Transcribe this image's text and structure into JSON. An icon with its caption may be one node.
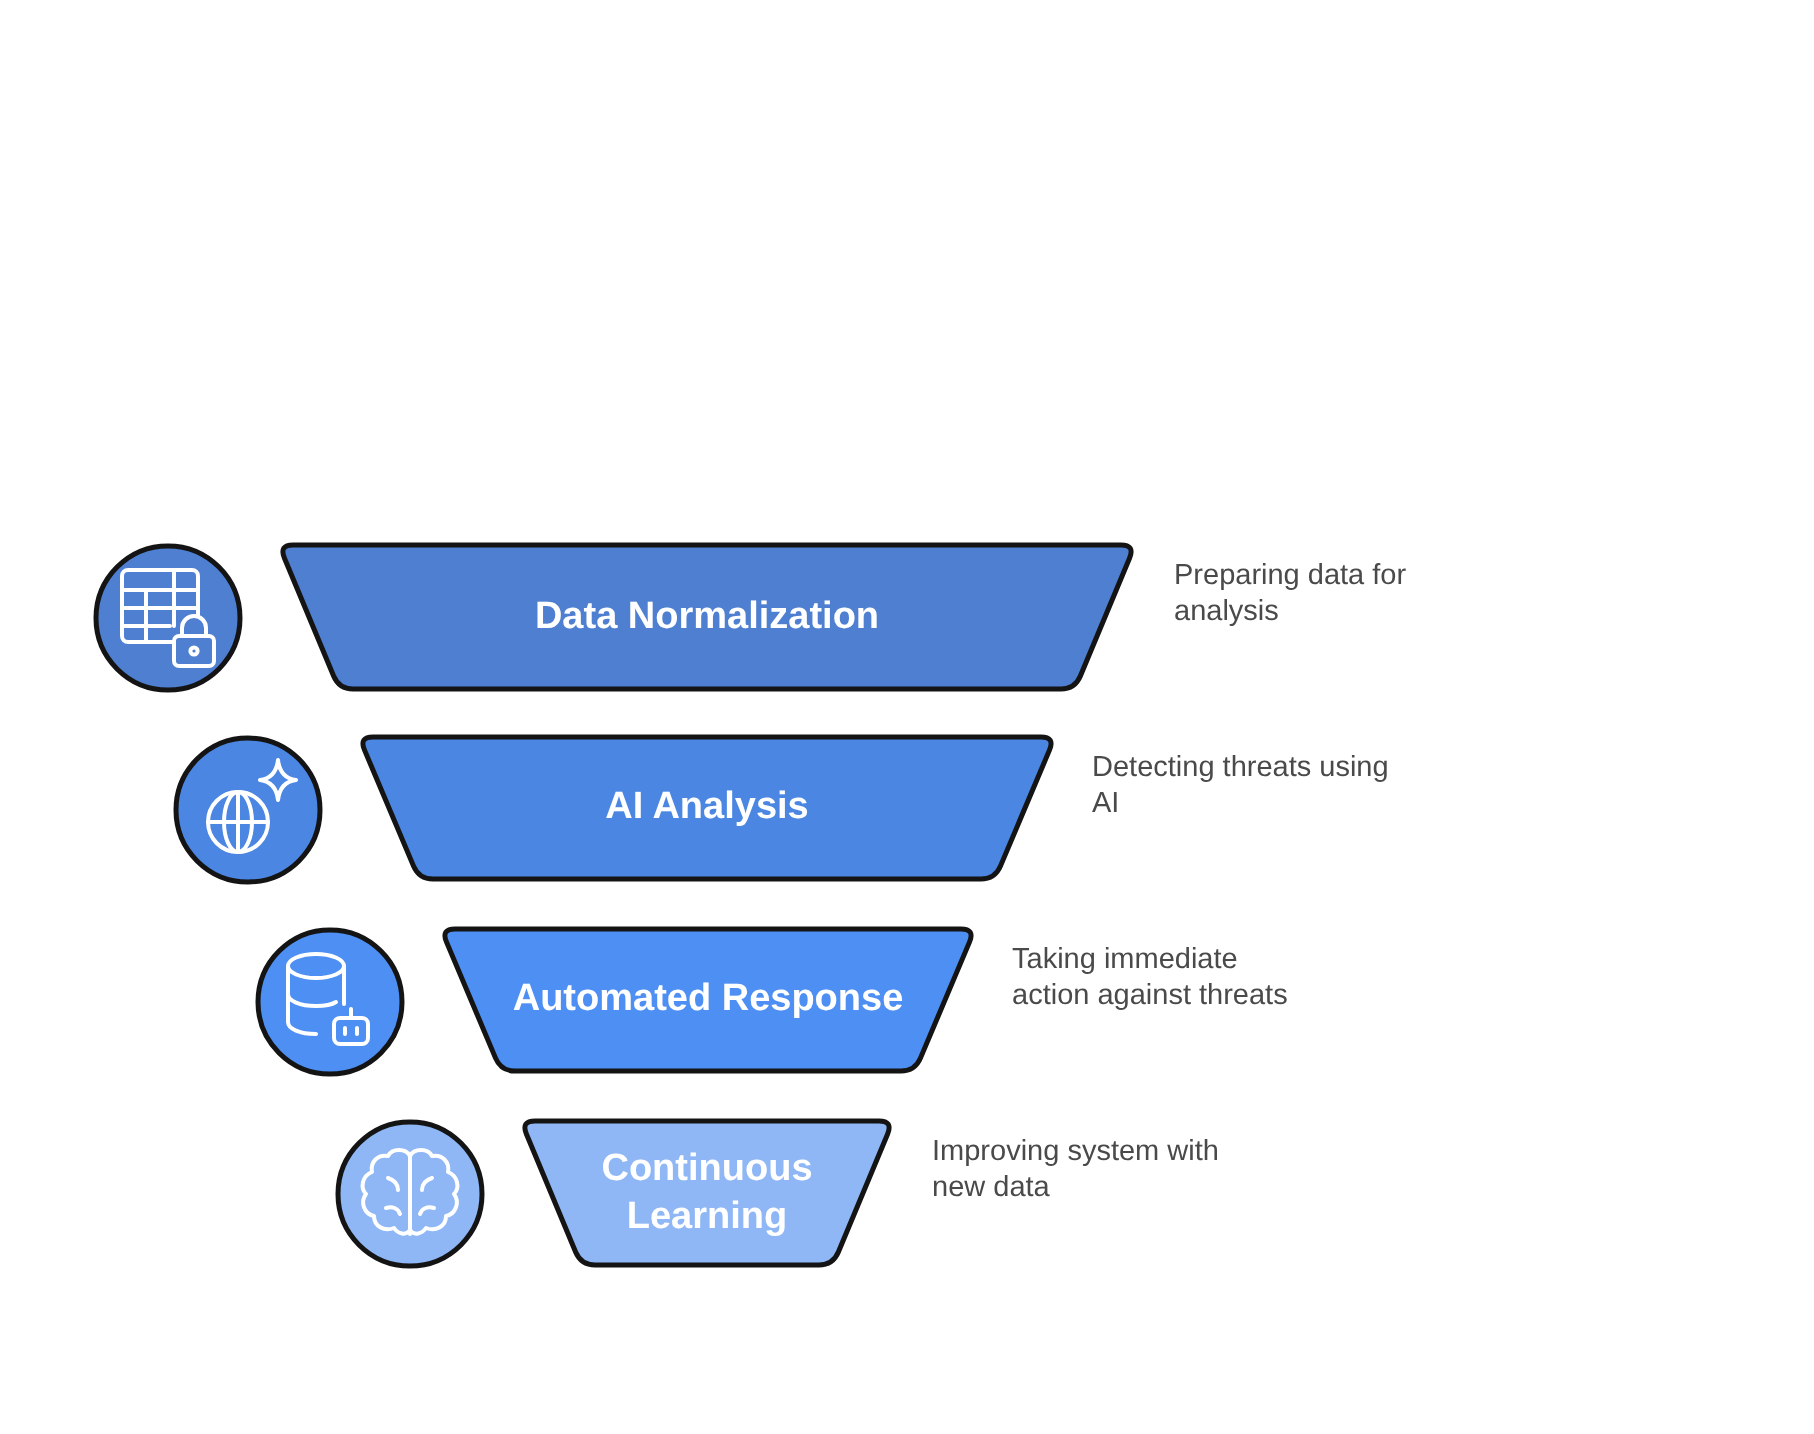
{
  "diagram": {
    "nodes": [
      {
        "text": [
          "Data Normalization"
        ],
        "beside": [
          "Preparing data for analysis"
        ]
      },
      {
        "text": [
          "AI Analysis"
        ],
        "beside": [
          "Detecting threats using AI"
        ]
      },
      {
        "text": [
          "Automated Response"
        ],
        "beside": [
          "Taking immediate action against threats"
        ]
      },
      {
        "text": [
          "Continuous Learning"
        ],
        "beside": [
          "Improving system with new data"
        ]
      }
    ]
  }
}
